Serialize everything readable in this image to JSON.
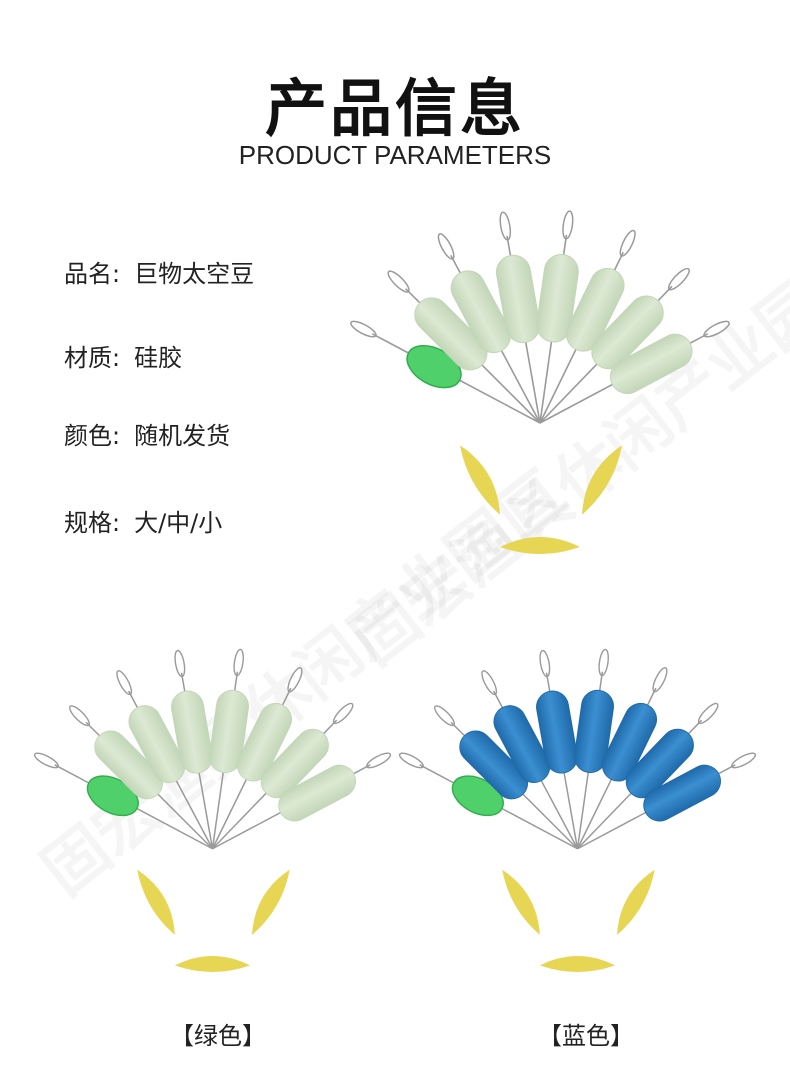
{
  "header": {
    "title": "产品信息",
    "subtitle": "PRODUCT PARAMETERS"
  },
  "specs": [
    {
      "label": "品名:",
      "value": "巨物太空豆"
    },
    {
      "label": "材质:",
      "value": "硅胶"
    },
    {
      "label": "颜色:",
      "value": "随机发货"
    },
    {
      "label": "规格:",
      "value": "大/中/小"
    }
  ],
  "variants": [
    {
      "caption": "【绿色】",
      "bean_color": "#dce9d3",
      "bean_shade": "#c3d6b8"
    },
    {
      "caption": "【蓝色】",
      "bean_color": "#3b8fd1",
      "bean_shade": "#1f6aaa"
    }
  ],
  "watermark": {
    "text": "固宏渔具休闲产业园区"
  },
  "colors": {
    "float_green": "#4fd06a",
    "float_green_shade": "#2fae4b",
    "stopper_yellow": "#e6d653",
    "wire": "#9a9a9a"
  }
}
